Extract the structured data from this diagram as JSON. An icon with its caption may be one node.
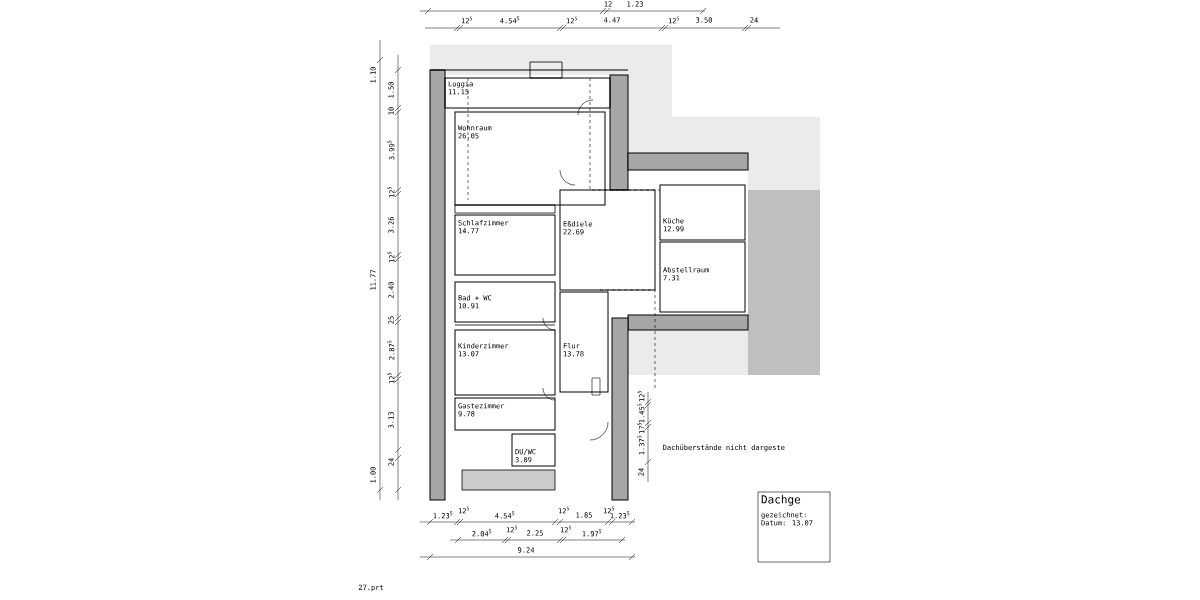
{
  "diagram": {
    "nodes": [
      {
        "text": [
          "Loggia",
          "11.15"
        ]
      },
      {
        "text": [
          "Wohnraum",
          "26.05"
        ]
      },
      {
        "text": [
          "Schlafzimmer",
          "14.77"
        ]
      },
      {
        "text": [
          "Eßdiele",
          "22.69"
        ]
      },
      {
        "text": [
          "Küche",
          "12.99"
        ]
      },
      {
        "text": [
          "Abstellraum",
          "7.31"
        ]
      },
      {
        "text": [
          "Bad + WC",
          "10.91"
        ]
      },
      {
        "text": [
          "Kinderzimmer",
          "13.07"
        ]
      },
      {
        "text": [
          "Flur",
          "13.78"
        ]
      },
      {
        "text": [
          "Gastezimmer",
          "9.78"
        ]
      },
      {
        "text": [
          "DU/WC",
          "3.09"
        ]
      },
      {
        "text": [
          "Dachge",
          "gezeichnet: Datum: 13.07"
        ]
      }
    ],
    "labels": [
      "12",
      "1.23",
      "12$^{5}$",
      "4.54$^{5}$",
      "12$^{5}$",
      "4.47",
      "12$^{5}$",
      "3.50",
      "24",
      "1.10",
      "11.77",
      "1.00",
      "1.50",
      "10",
      "3.99$^{5}$",
      "12$^{5}$",
      "3.26",
      "12$^{5}$",
      "2.40",
      "25",
      "2.87$^{5}$",
      "12$^{5}$",
      "3.13",
      "24",
      "12$^{5}$",
      "1.45$^{5}$",
      "17$^{5}$",
      "1.37$^{5}$",
      "24",
      "1.23$^{5}$",
      "12$^{5}$",
      "4.54$^{5}$",
      "12$^{5}$",
      "1.85",
      "12$^{5}$",
      "1.23$^{5}$",
      "2.04$^{5}$",
      "12$^{5}$",
      "2.25",
      "12$^{5}$",
      "1.97$^{5}$",
      "9.24",
      "Dachüberstände nicht dargeste",
      "27.prt"
    ]
  }
}
